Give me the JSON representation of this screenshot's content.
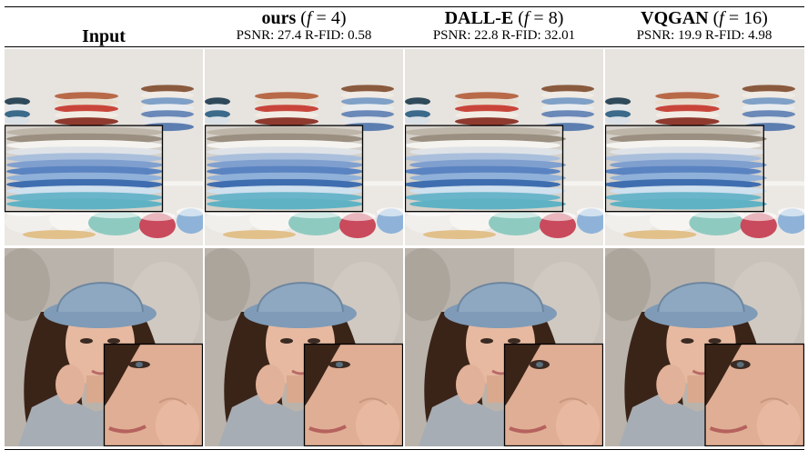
{
  "columns": [
    {
      "id": "input",
      "label": "Input",
      "psnr": "",
      "rfid": ""
    },
    {
      "id": "ours",
      "label": "ours",
      "factor": "4",
      "psnr": "27.4",
      "rfid": "0.58"
    },
    {
      "id": "dalle",
      "label": "DALL-E",
      "factor": "8",
      "psnr": "22.8",
      "rfid": "32.01"
    },
    {
      "id": "vqgan",
      "label": "VQGAN",
      "factor": "16",
      "psnr": "19.9",
      "rfid": "4.98"
    }
  ],
  "metric_labels": {
    "psnr": "PSNR:",
    "rfid": "R-FID:"
  },
  "factor_symbol": "f",
  "rows": [
    {
      "id": "plates",
      "image": "stacked plates and bowls on a shelf"
    },
    {
      "id": "portrait",
      "image": "woman in denim bucket hat with hand on cheek"
    }
  ],
  "colors": {
    "rule": "#000000",
    "background": "#ffffff"
  }
}
